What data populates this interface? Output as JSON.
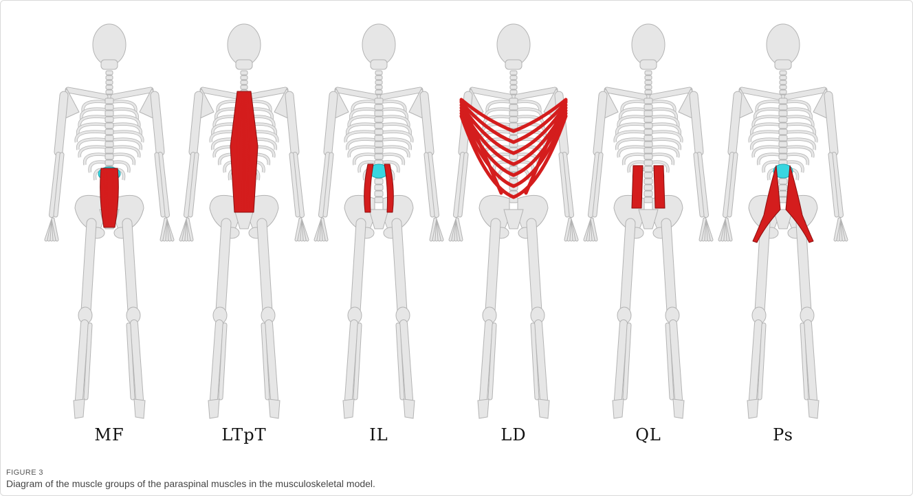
{
  "figure": {
    "label": "FIGURE 3",
    "caption": "Diagram of the muscle groups of the paraspinal muscles in the musculoskeletal model."
  },
  "panels": [
    {
      "label": "MF",
      "muscle": "mf"
    },
    {
      "label": "LTpT",
      "muscle": "ltpt"
    },
    {
      "label": "IL",
      "muscle": "il"
    },
    {
      "label": "LD",
      "muscle": "ld"
    },
    {
      "label": "QL",
      "muscle": "ql"
    },
    {
      "label": "Ps",
      "muscle": "ps"
    }
  ],
  "colors": {
    "bone": "#e6e6e6",
    "bone_stroke": "#b3b3b3",
    "muscle": "#d41d1d",
    "muscle_stroke": "#8a0d0d",
    "disc": "#38d6e0"
  }
}
